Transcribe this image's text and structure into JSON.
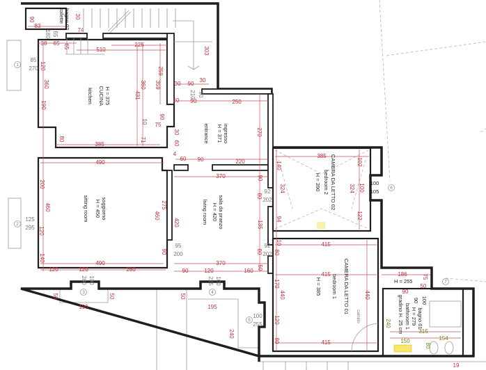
{
  "rooms": {
    "toilet": {
      "name": "bagno 02",
      "label_en": "toilette"
    },
    "kitchen": {
      "height": "H = 375",
      "name": "CUCINA",
      "label_en": "kitchen"
    },
    "entrance": {
      "name": "ingresso",
      "height": "H = 371",
      "label_en": "entrance"
    },
    "sitting_room": {
      "name": "soggiorno",
      "height": "H = 450",
      "label_en": "sitting room"
    },
    "living_room": {
      "name": "sala da pranzo",
      "height": "H = 420",
      "label_en": "living room"
    },
    "bedroom2": {
      "name": "CAMERA DA LETTO 02",
      "label_en": "bedroom 2",
      "height": "H = 390"
    },
    "bedroom1": {
      "name": "CAMERA DA LETTO 01",
      "label_en": "bedroom 1",
      "height": "H = 385",
      "fireplace": "camino"
    },
    "bathroom1": {
      "name": "bagno 01",
      "height": "H = 279",
      "label_en": "bathroom 1",
      "step_note": "gradino H. 25 cm",
      "corridor_height": "H = 255"
    }
  },
  "window_markers": [
    "1",
    "2",
    "3",
    "4",
    "5",
    "6",
    "7"
  ],
  "dimensions": [
    "90",
    "83",
    "30",
    "74",
    "65",
    "180",
    "38",
    "65",
    "65",
    "510",
    "225",
    "303",
    "85",
    "270",
    "120",
    "360",
    "190",
    "360",
    "431",
    "259",
    "359",
    "30",
    "90",
    "30",
    "90",
    "210",
    "60",
    "90",
    "250",
    "90",
    "10",
    "75",
    "30",
    "60",
    "80",
    "385",
    "71",
    "270",
    "4",
    "60",
    "90",
    "220",
    "490",
    "200",
    "460",
    "120",
    "125",
    "295",
    "460",
    "275",
    "420",
    "370",
    "90",
    "92",
    "202",
    "80",
    "135",
    "80",
    "92",
    "202",
    "95",
    "200",
    "90",
    "140",
    "490",
    "370",
    "120",
    "120",
    "250",
    "100",
    "280",
    "90",
    "120",
    "100",
    "225",
    "160",
    "50",
    "50",
    "50",
    "190",
    "50",
    "195",
    "240",
    "100",
    "255",
    "120",
    "80",
    "385",
    "140",
    "324",
    "94",
    "102",
    "324",
    "100",
    "122",
    "100",
    "105",
    "10",
    "80",
    "415",
    "415",
    "170",
    "440",
    "440",
    "415",
    "186",
    "75",
    "50",
    "90",
    "90",
    "100",
    "19"
  ],
  "bathroom_dimensions": [
    "240",
    "315",
    "150",
    "154",
    "80"
  ],
  "colors": {
    "walls": "#1e1e1e",
    "dimensions": "#b8323e",
    "bathroom_dimensions": "#6a8a1e",
    "secondary": "#777777"
  }
}
